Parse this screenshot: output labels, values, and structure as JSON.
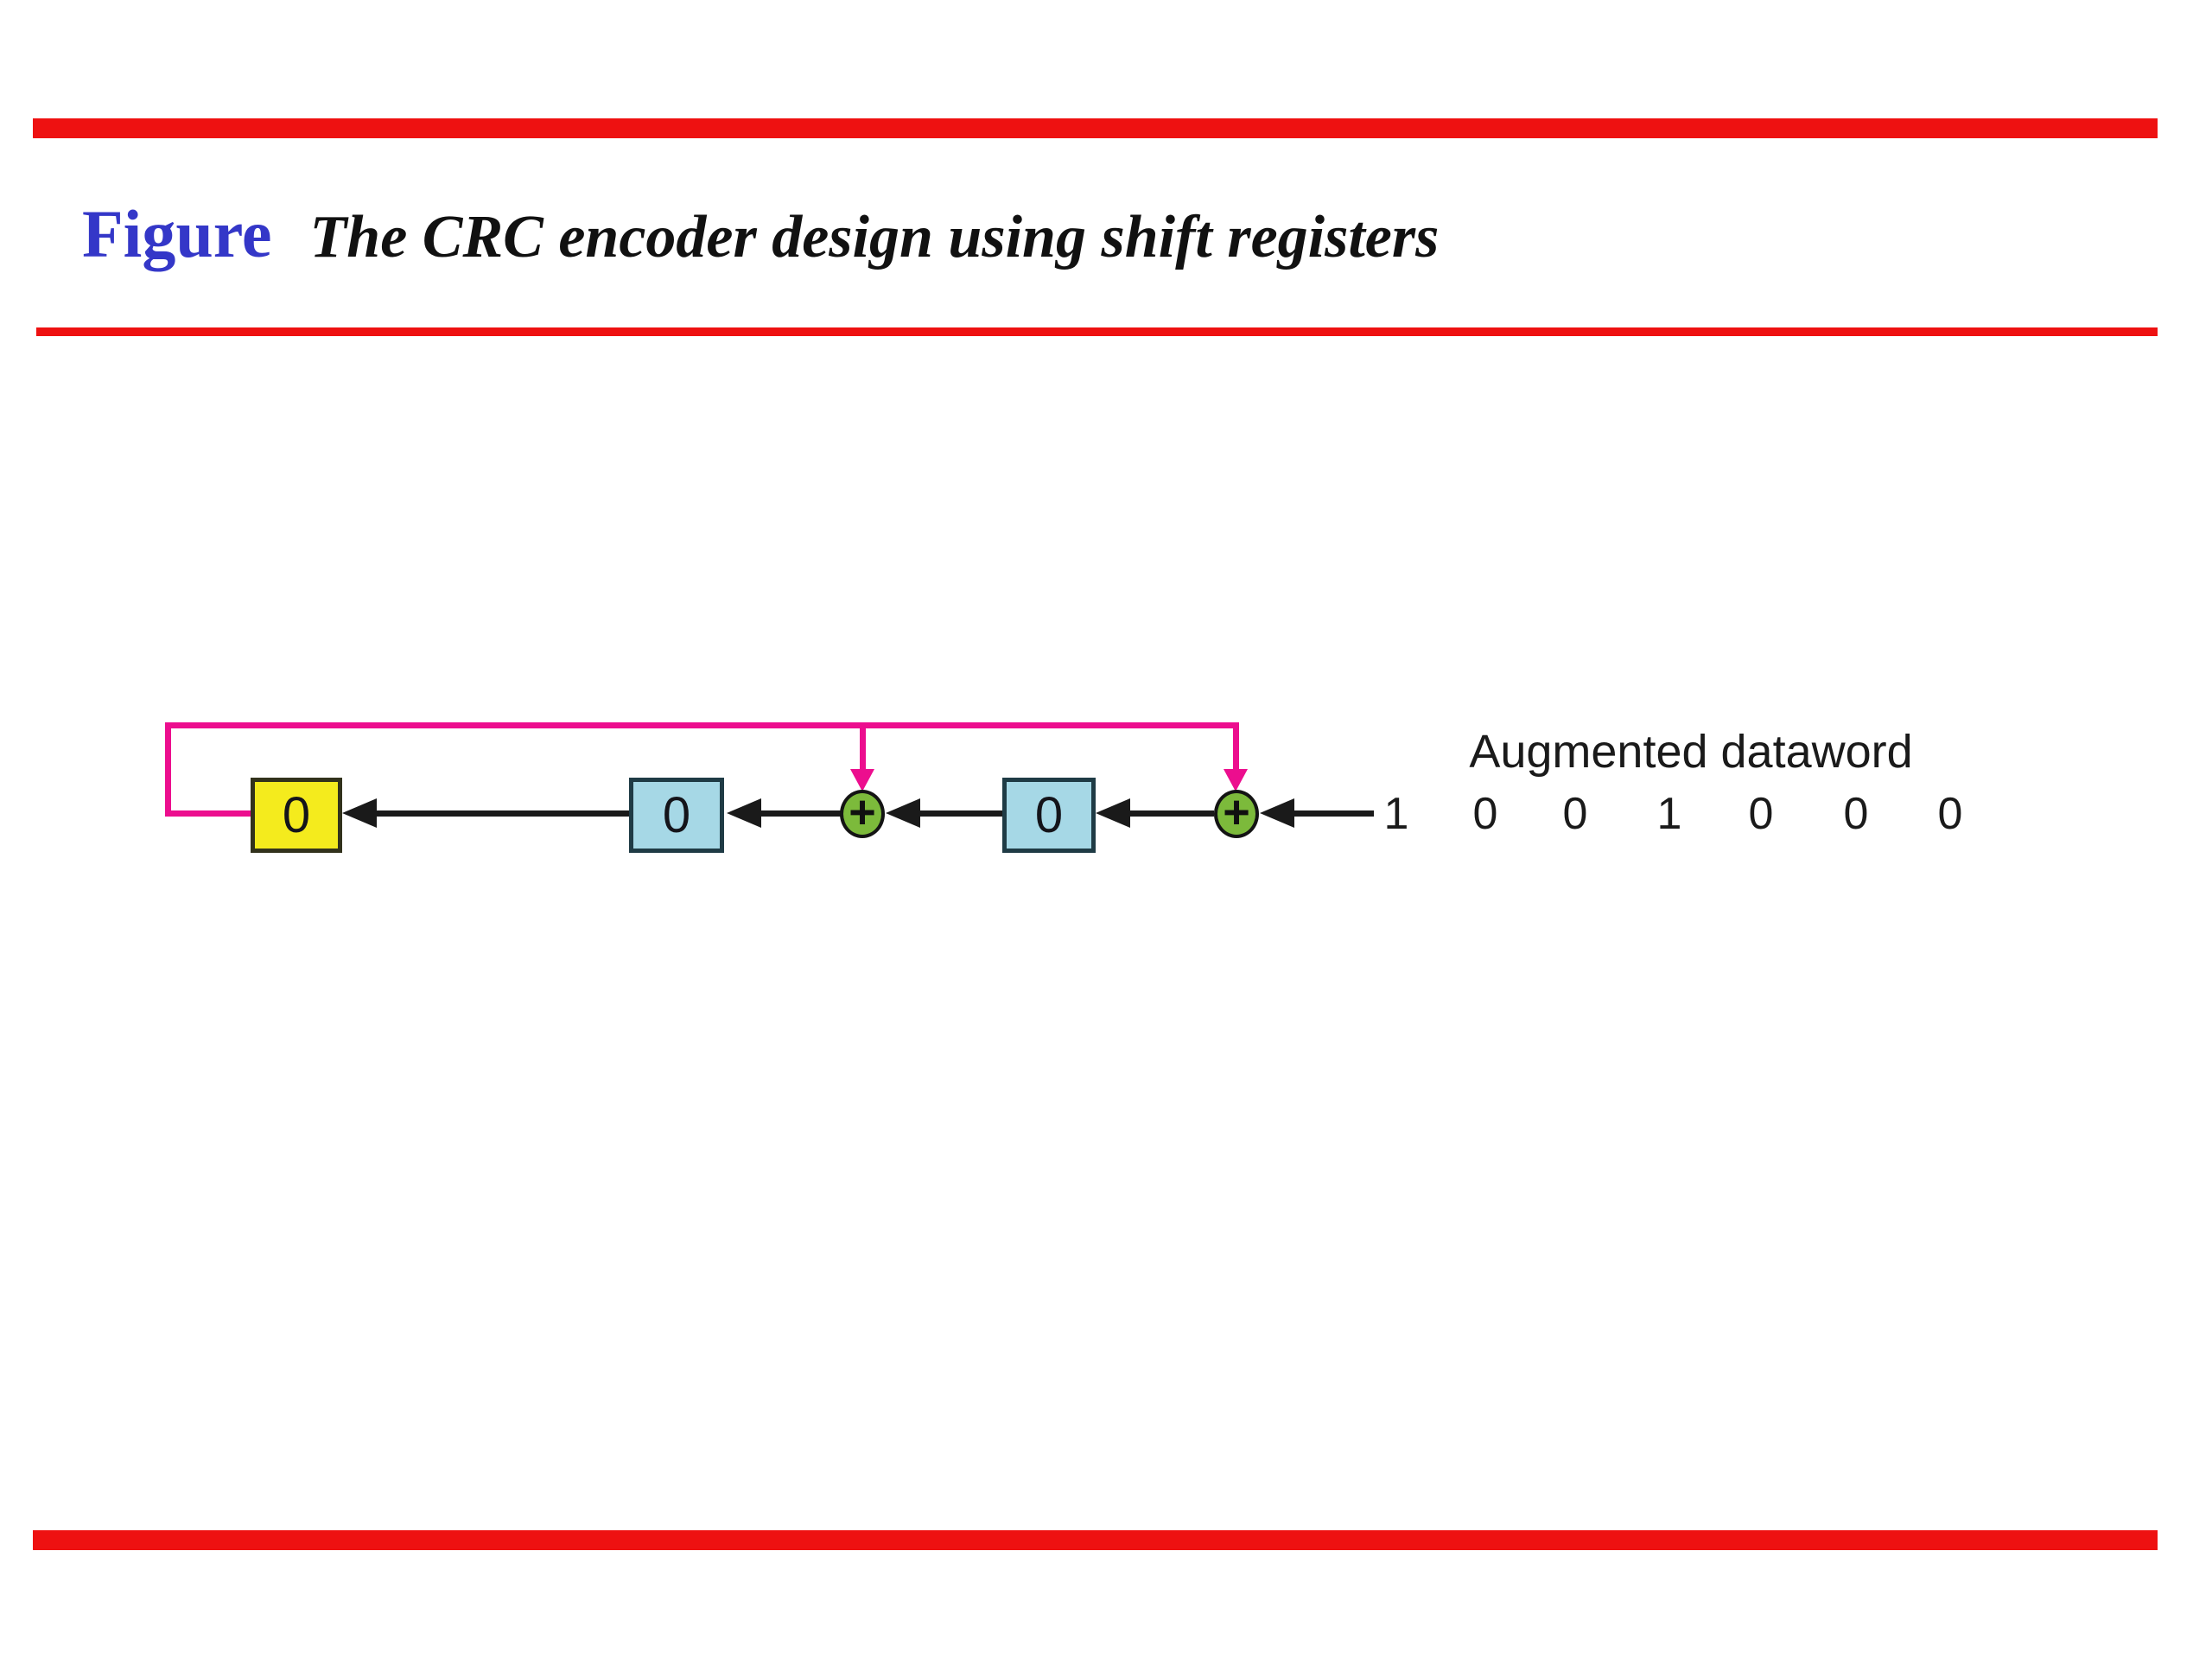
{
  "header": {
    "figure_label": "Figure",
    "title": "The CRC encoder design using shift registers"
  },
  "diagram": {
    "registers": [
      {
        "name": "leftmost-register",
        "value": "0",
        "fill": "#F4EB1D"
      },
      {
        "name": "middle-register",
        "value": "0",
        "fill": "#A6D8E6"
      },
      {
        "name": "rightmost-register",
        "value": "0",
        "fill": "#A6D8E6"
      }
    ],
    "xor_nodes": [
      {
        "symbol": "+"
      },
      {
        "symbol": "+"
      }
    ],
    "dataword_label": "Augmented dataword",
    "augmented_dataword_bits": [
      "1",
      "0",
      "0",
      "1",
      "0",
      "0",
      "0"
    ]
  },
  "colors": {
    "rule_red": "#EE1111",
    "feedback_pink": "#EC0E8E",
    "register_yellow": "#F4EB1D",
    "register_blue": "#A6D8E6",
    "xor_green": "#7CBA3B",
    "title_blue": "#3437C8",
    "line_black": "#1A1A1A"
  }
}
